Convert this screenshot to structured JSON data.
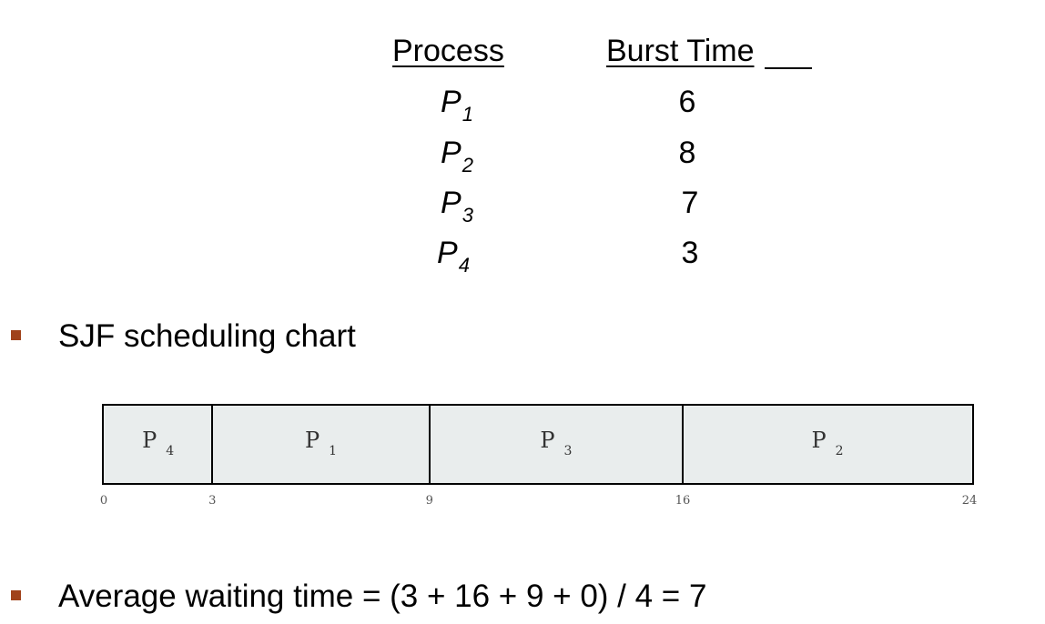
{
  "table": {
    "header_process": "Process",
    "header_burst": "Burst Time",
    "rows": [
      {
        "name": "P",
        "sub": "1",
        "burst": "6"
      },
      {
        "name": "P",
        "sub": "2",
        "burst": "8"
      },
      {
        "name": "P",
        "sub": "3",
        "burst": "7"
      },
      {
        "name": "P",
        "sub": "4",
        "burst": "3"
      }
    ]
  },
  "bullets": {
    "color": "#a0421b",
    "chart_title": "SJF scheduling chart",
    "average": "Average waiting time = (3 + 16 + 9 + 0) / 4 = 7"
  },
  "gantt": {
    "fill_color": "#e9eded",
    "blocks": [
      {
        "name": "P",
        "sub": "4",
        "start": 0,
        "end": 3
      },
      {
        "name": "P",
        "sub": "1",
        "start": 3,
        "end": 9
      },
      {
        "name": "P",
        "sub": "3",
        "start": 9,
        "end": 16
      },
      {
        "name": "P",
        "sub": "2",
        "start": 16,
        "end": 24
      }
    ],
    "ticks": [
      "0",
      "3",
      "9",
      "16",
      "24"
    ],
    "total": 24
  }
}
